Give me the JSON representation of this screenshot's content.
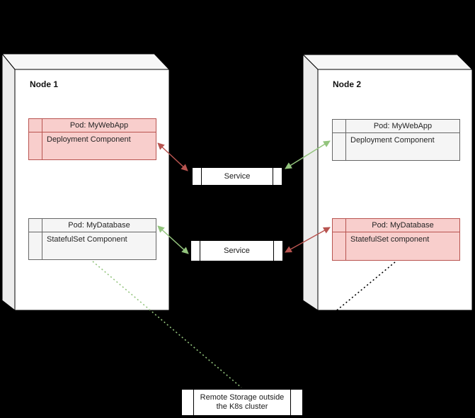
{
  "diagram": {
    "type": "kubernetes-architecture",
    "nodes": [
      {
        "label": "Node 1",
        "pods": [
          {
            "title": "Pod: MyWebApp",
            "body": "Deployment Component",
            "variant": "red"
          },
          {
            "title": "Pod: MyDatabase",
            "body": "StatefulSet Component",
            "variant": "gray"
          }
        ]
      },
      {
        "label": "Node 2",
        "pods": [
          {
            "title": "Pod: MyWebApp",
            "body": "Deployment Component",
            "variant": "gray"
          },
          {
            "title": "Pod: MyDatabase",
            "body": "StatefulSet component",
            "variant": "red"
          }
        ]
      }
    ],
    "services": [
      {
        "label": "Service"
      },
      {
        "label": "Service"
      }
    ],
    "storage": {
      "line1": "Remote Storage outside",
      "line2": "the K8s cluster"
    },
    "edges": [
      {
        "from": "node1-pod-mywebapp",
        "to": "service-web",
        "color": "red",
        "style": "solid",
        "bidirectional": true
      },
      {
        "from": "service-web",
        "to": "node2-pod-mywebapp",
        "color": "green",
        "style": "solid",
        "bidirectional": true
      },
      {
        "from": "node1-pod-mydatabase",
        "to": "service-db",
        "color": "green",
        "style": "solid",
        "bidirectional": true
      },
      {
        "from": "service-db",
        "to": "node2-pod-mydatabase",
        "color": "red",
        "style": "solid",
        "bidirectional": true
      },
      {
        "from": "node1-pod-mydatabase",
        "to": "remote-storage",
        "color": "green",
        "style": "dotted",
        "bidirectional": false
      },
      {
        "from": "node2-pod-mydatabase",
        "to": "remote-storage",
        "color": "black",
        "style": "dotted",
        "bidirectional": false
      }
    ],
    "colors": {
      "background": "#000000",
      "pod_red_fill": "#f8cecc",
      "pod_red_border": "#b85450",
      "pod_gray_fill": "#f5f5f5",
      "pod_gray_border": "#666666",
      "arrow_red": "#b85450",
      "arrow_green": "#93c47d",
      "node_front": "#ffffff",
      "node_top": "#f7f7f7",
      "node_side": "#ededed"
    }
  }
}
